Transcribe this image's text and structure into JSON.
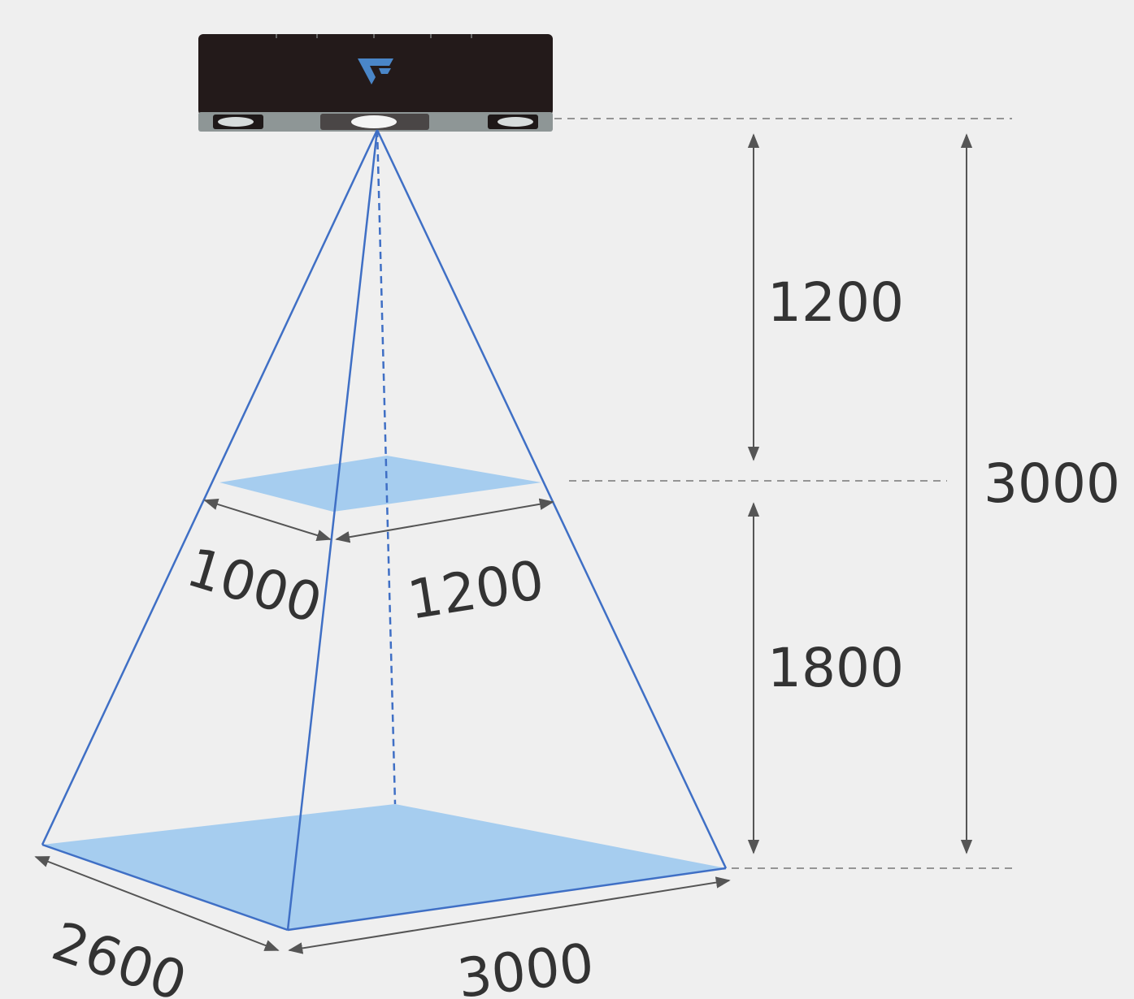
{
  "diagram": {
    "near_plane": {
      "distance": "1200",
      "width": "1000",
      "depth": "1200"
    },
    "far_plane": {
      "distance_between_planes": "1800",
      "width": "2600",
      "depth": "3000"
    },
    "total_distance": "3000"
  },
  "colors": {
    "background": "#efefef",
    "camera_body": "#231a1a",
    "camera_bottom": "#8e9696",
    "logo": "#4a86c8",
    "frustum_edge": "#3f6fc5",
    "plane_fill": "#a6cdef",
    "dimension_line": "#555555",
    "text": "#333333"
  },
  "icons": {
    "camera": "3d-camera-icon",
    "logo": "brand-logo-icon"
  }
}
